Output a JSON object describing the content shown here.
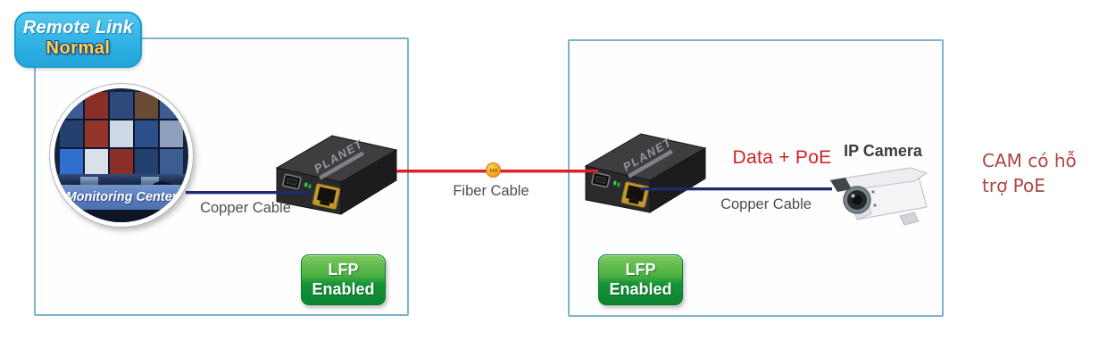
{
  "status_badge": {
    "title": "Remote Link",
    "state": "Normal"
  },
  "local_site": {
    "center_label": "Monitoring Center",
    "copper_label": "Copper Cable",
    "device_brand": "PLANET",
    "lfp_line1": "LFP",
    "lfp_line2": "Enabled"
  },
  "fiber_link": {
    "label": "Fiber Cable"
  },
  "remote_site": {
    "device_brand": "PLANET",
    "data_poe_label": "Data + PoE",
    "camera_title": "IP Camera",
    "copper_label": "Copper Cable",
    "lfp_line1": "LFP",
    "lfp_line2": "Enabled"
  },
  "annotation": {
    "line1": "CAM có hỗ",
    "line2": "trợ PoE"
  },
  "colors": {
    "panel_border": "#7fb3cd",
    "badge_cyan": "#2fb2e4",
    "badge_state_yellow": "#ffd83d",
    "copper_cable": "#1d2a6e",
    "fiber_cable": "#e31e26",
    "fiber_coupler_orange": "#f6a71f",
    "lfp_green": "#149439",
    "data_poe_red": "#cf2128",
    "note_red": "#b04543",
    "monitoring_band_blue": "#5579ba"
  }
}
